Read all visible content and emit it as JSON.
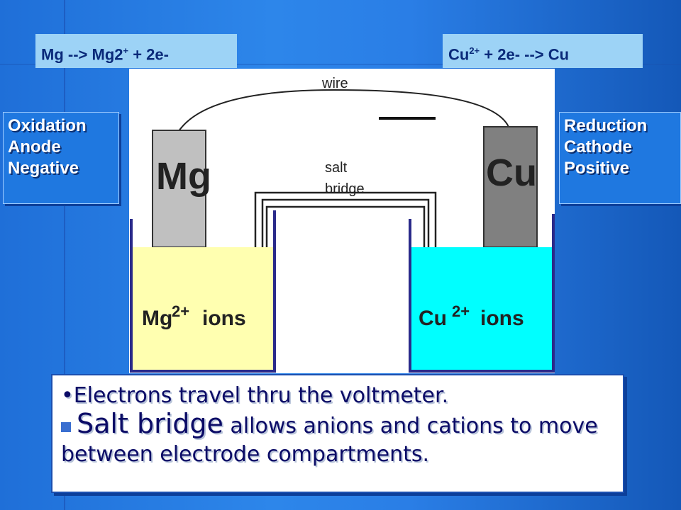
{
  "equations": {
    "left": {
      "base": "Mg --> Mg2",
      "sup": "+",
      "rest": " + 2e-"
    },
    "right": {
      "base": "Cu",
      "sup": "2+",
      "rest": " + 2e- --> Cu"
    }
  },
  "left_box": {
    "line1": "Oxidation",
    "line2": "Anode",
    "line3": "Negative"
  },
  "right_box": {
    "line1": "Reduction",
    "line2": "Cathode",
    "line3": "Positive"
  },
  "diagram": {
    "wire_label": "wire",
    "salt_label_1": "salt",
    "salt_label_2": "bridge",
    "left_electrode": "Mg",
    "right_electrode": "Cu",
    "left_ion_base": "Mg",
    "left_ion_sup": "2+",
    "left_ion_word": "ions",
    "right_ion_base": "Cu",
    "right_ion_sup": "2+",
    "right_ion_word": "ions",
    "colors": {
      "left_solution": "#ffffb0",
      "right_solution": "#00ffff",
      "mg_electrode": "#c0c0c0",
      "cu_electrode": "#808080",
      "beaker_wall": "#2a2a8a"
    }
  },
  "caption": {
    "bullet1": "Electrons travel thru the voltmeter.",
    "bullet2_big": "Salt bridge",
    "bullet2_rest": " allows anions and cations to move between electrode compartments."
  }
}
